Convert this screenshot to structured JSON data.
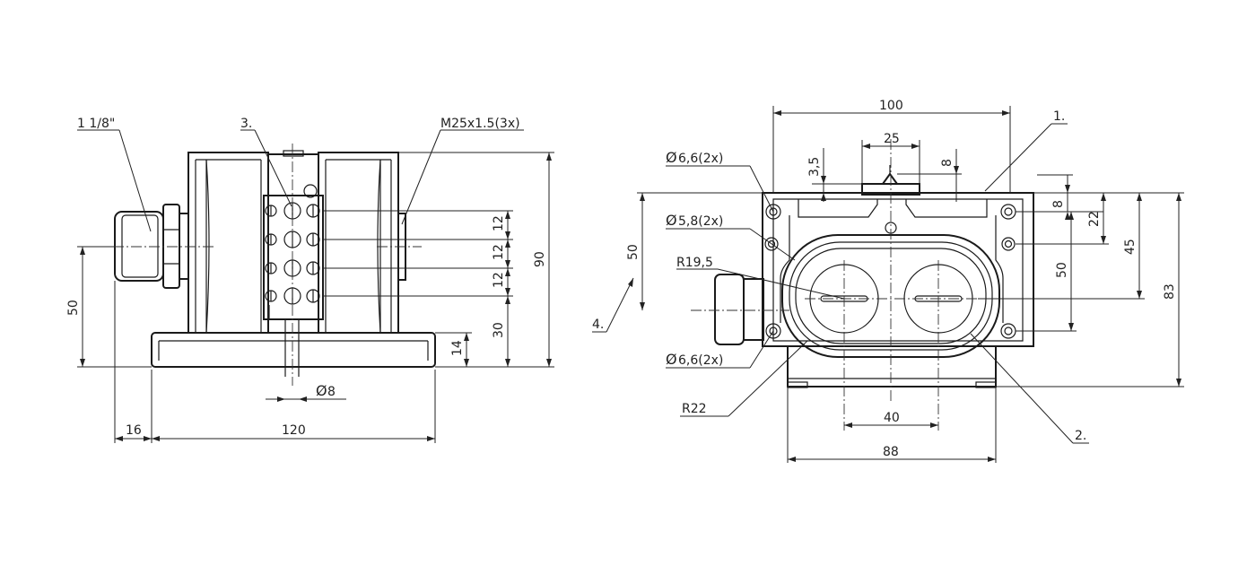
{
  "drawing": {
    "left_view": {
      "callouts": {
        "conduit_thread": "1 1/8\"",
        "item_3": "3.",
        "cable_gland_thread": "M25x1.5(3x)"
      },
      "dimensions": {
        "pitch_1": "12",
        "pitch_2": "12",
        "pitch_3": "12",
        "total_height": "90",
        "axis_height": "50",
        "lower_row_height": "30",
        "base_height": "14",
        "pin_diameter_symbol": "Ø",
        "pin_diameter_value": "8",
        "gland_offset": "16",
        "base_length": "120"
      }
    },
    "right_view": {
      "callouts": {
        "item_1": "1.",
        "item_2": "2.",
        "item_4": "4."
      },
      "dimensions": {
        "overall_width": "100",
        "cap_width": "25",
        "cap_height": "3,5",
        "cap_right": "8",
        "hole_66_top_symbol": "Ø",
        "hole_66_top_value": "6,6(2x)",
        "hole_58_symbol": "Ø",
        "hole_58_value": "5,8(2x)",
        "radius_195": "R19,5",
        "hole_66_bottom_symbol": "Ø",
        "hole_66_bottom_value": "6,6(2x)",
        "radius_22": "R22",
        "left_50": "50",
        "button_spacing": "40",
        "body_width": "88",
        "right_8": "8",
        "right_22": "22",
        "right_45": "45",
        "right_50": "50",
        "overall_height": "83"
      }
    }
  }
}
